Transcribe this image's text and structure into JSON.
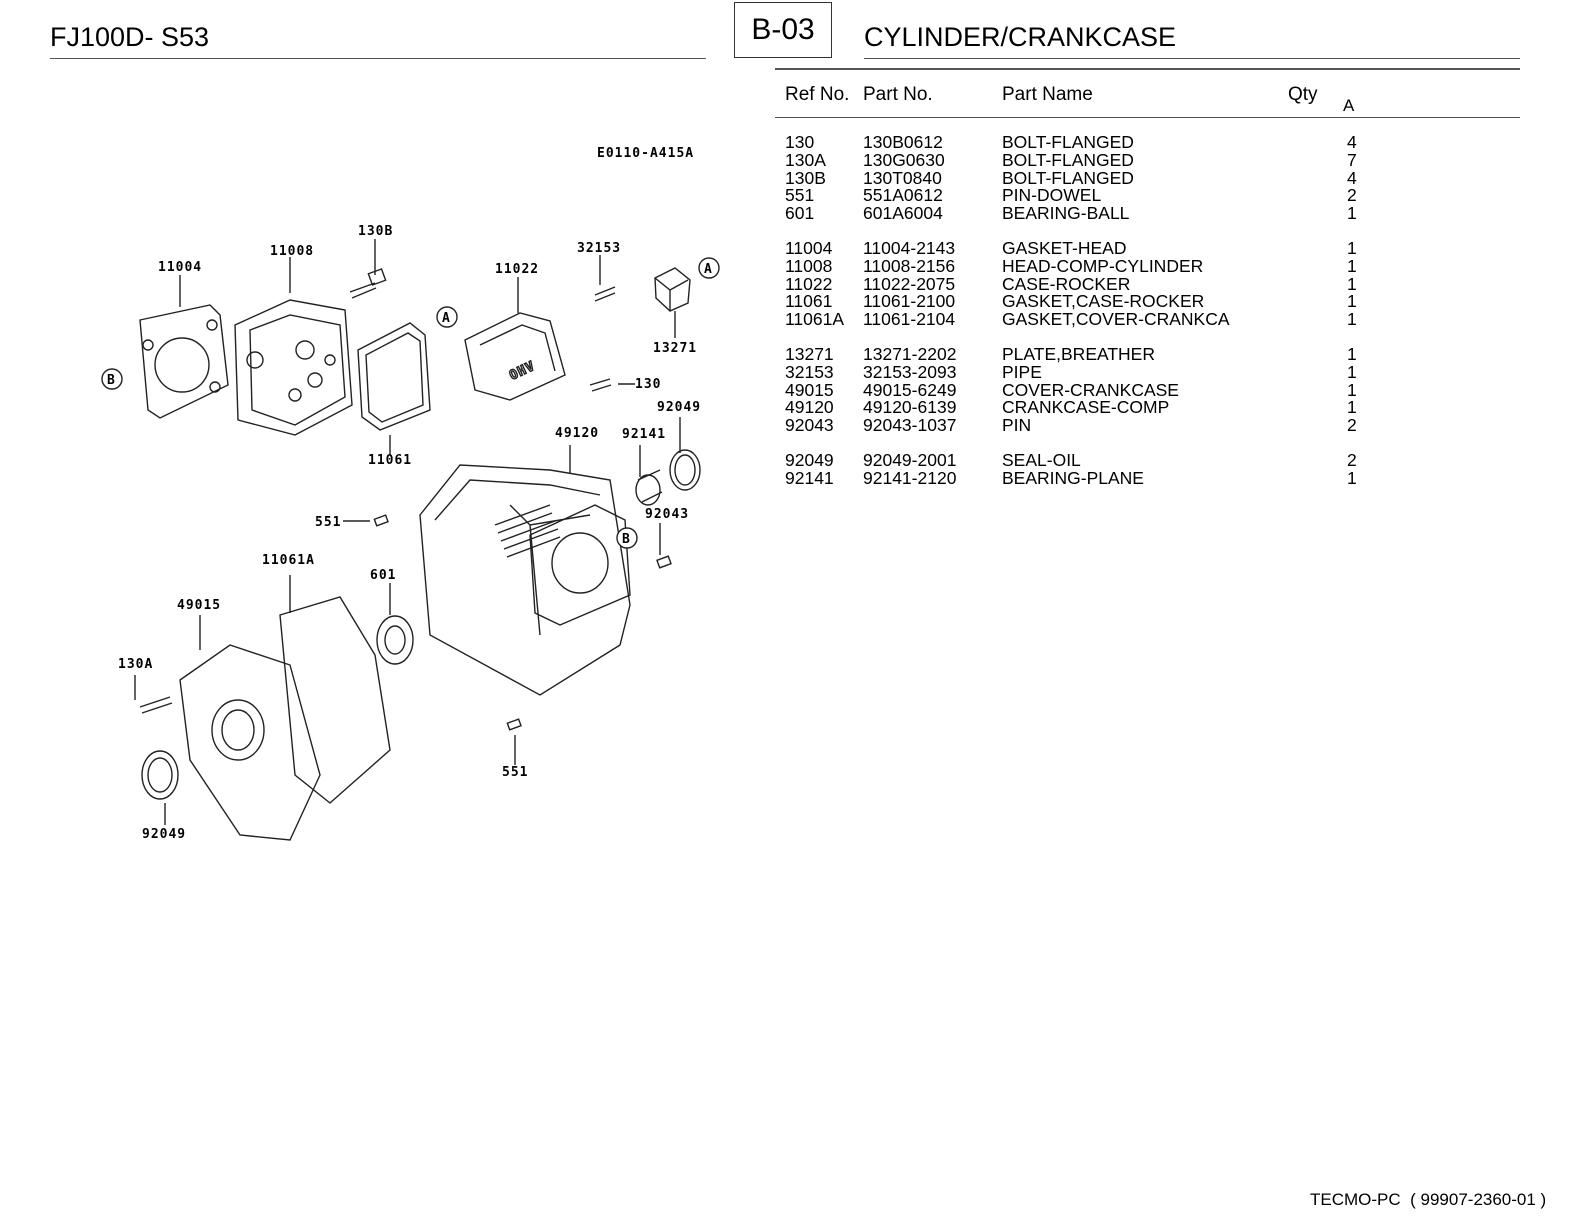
{
  "header": {
    "model": "FJ100D- S53",
    "page_code": "B-03",
    "section_title": "CYLINDER/CRANKCASE"
  },
  "diagram": {
    "drawing_code": "E0110-A415A",
    "callouts": [
      "11004",
      "11008",
      "130B",
      "11022",
      "32153",
      "13271",
      "130",
      "92049",
      "49120",
      "92141",
      "11061",
      "551",
      "92043",
      "11061A",
      "601",
      "49015",
      "130A",
      "551",
      "92049"
    ],
    "markers": [
      "A",
      "A",
      "B",
      "B"
    ],
    "stamp": "OHV"
  },
  "table": {
    "headers": {
      "ref": "Ref No.",
      "part": "Part No.",
      "name": "Part Name",
      "qty": "Qty",
      "col_a": "A"
    },
    "groups": [
      [
        {
          "ref": "130",
          "part": "130B0612",
          "name": "BOLT-FLANGED",
          "qty": "4"
        },
        {
          "ref": "130A",
          "part": "130G0630",
          "name": "BOLT-FLANGED",
          "qty": "7"
        },
        {
          "ref": "130B",
          "part": "130T0840",
          "name": "BOLT-FLANGED",
          "qty": "4"
        },
        {
          "ref": "551",
          "part": "551A0612",
          "name": "PIN-DOWEL",
          "qty": "2"
        },
        {
          "ref": "601",
          "part": "601A6004",
          "name": "BEARING-BALL",
          "qty": "1"
        }
      ],
      [
        {
          "ref": "11004",
          "part": "11004-2143",
          "name": "GASKET-HEAD",
          "qty": "1"
        },
        {
          "ref": "11008",
          "part": "11008-2156",
          "name": "HEAD-COMP-CYLINDER",
          "qty": "1"
        },
        {
          "ref": "11022",
          "part": "11022-2075",
          "name": "CASE-ROCKER",
          "qty": "1"
        },
        {
          "ref": "11061",
          "part": "11061-2100",
          "name": "GASKET,CASE-ROCKER",
          "qty": "1"
        },
        {
          "ref": "11061A",
          "part": "11061-2104",
          "name": "GASKET,COVER-CRANKCA",
          "qty": "1"
        }
      ],
      [
        {
          "ref": "13271",
          "part": "13271-2202",
          "name": "PLATE,BREATHER",
          "qty": "1"
        },
        {
          "ref": "32153",
          "part": "32153-2093",
          "name": "PIPE",
          "qty": "1"
        },
        {
          "ref": "49015",
          "part": "49015-6249",
          "name": "COVER-CRANKCASE",
          "qty": "1"
        },
        {
          "ref": "49120",
          "part": "49120-6139",
          "name": "CRANKCASE-COMP",
          "qty": "1"
        },
        {
          "ref": "92043",
          "part": "92043-1037",
          "name": "PIN",
          "qty": "2"
        }
      ],
      [
        {
          "ref": "92049",
          "part": "92049-2001",
          "name": "SEAL-OIL",
          "qty": "2"
        },
        {
          "ref": "92141",
          "part": "92141-2120",
          "name": "BEARING-PLANE",
          "qty": "1"
        }
      ]
    ]
  },
  "footer": {
    "brand": "TECMO-PC",
    "doc_number": "( 99907-2360-01 )"
  }
}
